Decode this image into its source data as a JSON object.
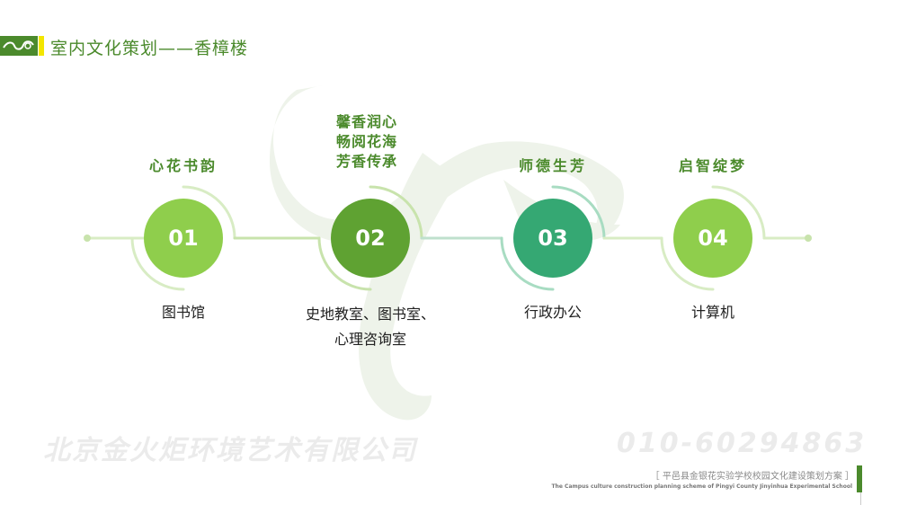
{
  "header": {
    "title": "室内文化策划——香樟楼",
    "logo_icon": "swirl-logo-icon",
    "accent_color": "#f3e600",
    "brand_color": "#4b8a2c"
  },
  "items": [
    {
      "number": "01",
      "topic": "心花书韵",
      "room": "图书馆",
      "color": "#8fce4c",
      "topic_color": "#4b8a2c"
    },
    {
      "number": "02",
      "topic_lines": [
        "馨香润心",
        "畅阅花海",
        "芳香传承"
      ],
      "room_lines": [
        "史地教室、图书室、",
        "心理咨询室"
      ],
      "color": "#5fa232",
      "topic_color": "#4b8a2c"
    },
    {
      "number": "03",
      "topic": "师德生芳",
      "room": "行政办公",
      "color": "#35a873",
      "topic_color": "#4b8a2c"
    },
    {
      "number": "04",
      "topic": "启智绽梦",
      "room": "计算机",
      "color": "#8fce4c",
      "topic_color": "#4b8a2c"
    }
  ],
  "watermark": {
    "company": "北京金火炬环境艺术有限公司",
    "phone": "010-60294863"
  },
  "footer": {
    "cn": "［ 平邑县金银花实验学校校园文化建设策划方案 ］",
    "en": "The Campus culture construction planning scheme of Pingyi County Jinyinhua Experimental School"
  }
}
